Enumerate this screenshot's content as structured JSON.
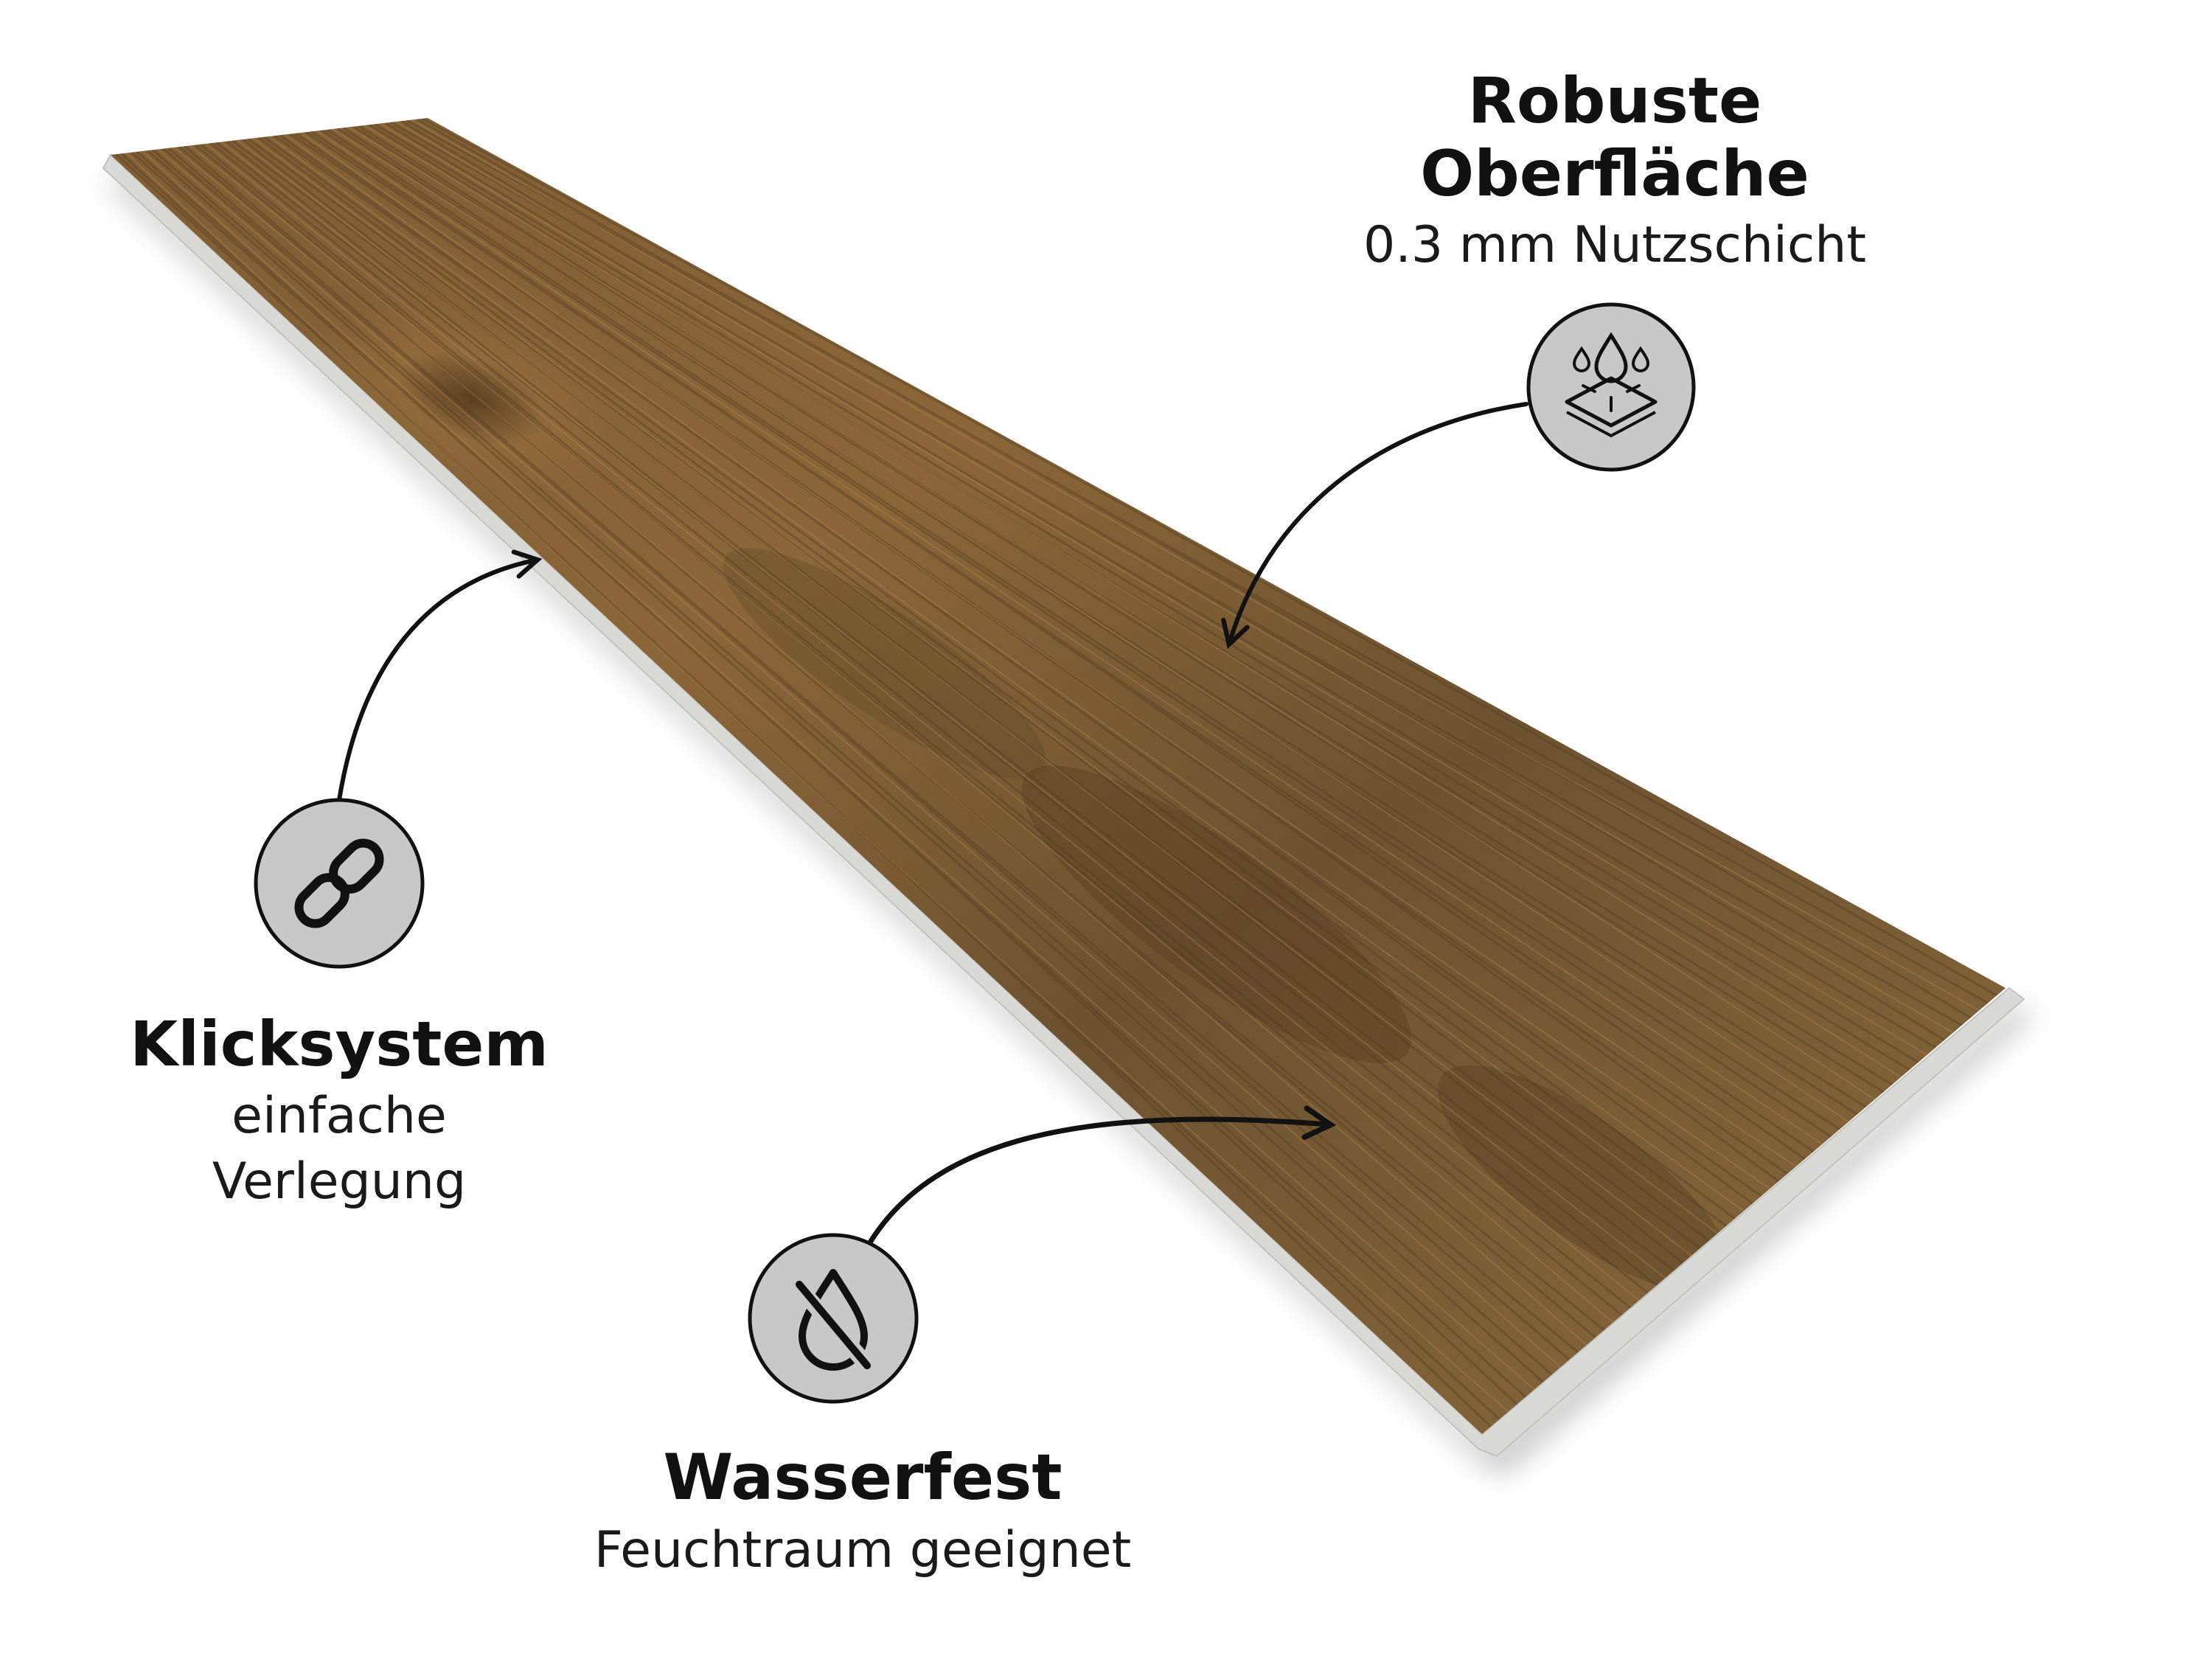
{
  "features": {
    "surface": {
      "title_line1": "Robuste",
      "title_line2": "Oberfläche",
      "subtitle": "0.3 mm Nutzschicht",
      "icon": "water-drops-on-layer-icon"
    },
    "click": {
      "title": "Klicksystem",
      "subtitle_line1": "einfache",
      "subtitle_line2": "Verlegung",
      "icon": "chain-link-icon"
    },
    "water": {
      "title": "Wasserfest",
      "subtitle": "Feuchtraum geeignet",
      "icon": "no-water-drop-icon"
    }
  },
  "colors": {
    "wood_base": "#7a5a32",
    "wood_dark": "#4e3a22",
    "wood_light": "#a27a45",
    "core_layer": "#d9d9d6",
    "icon_circle": "#c8c8c8",
    "ink": "#111111"
  }
}
